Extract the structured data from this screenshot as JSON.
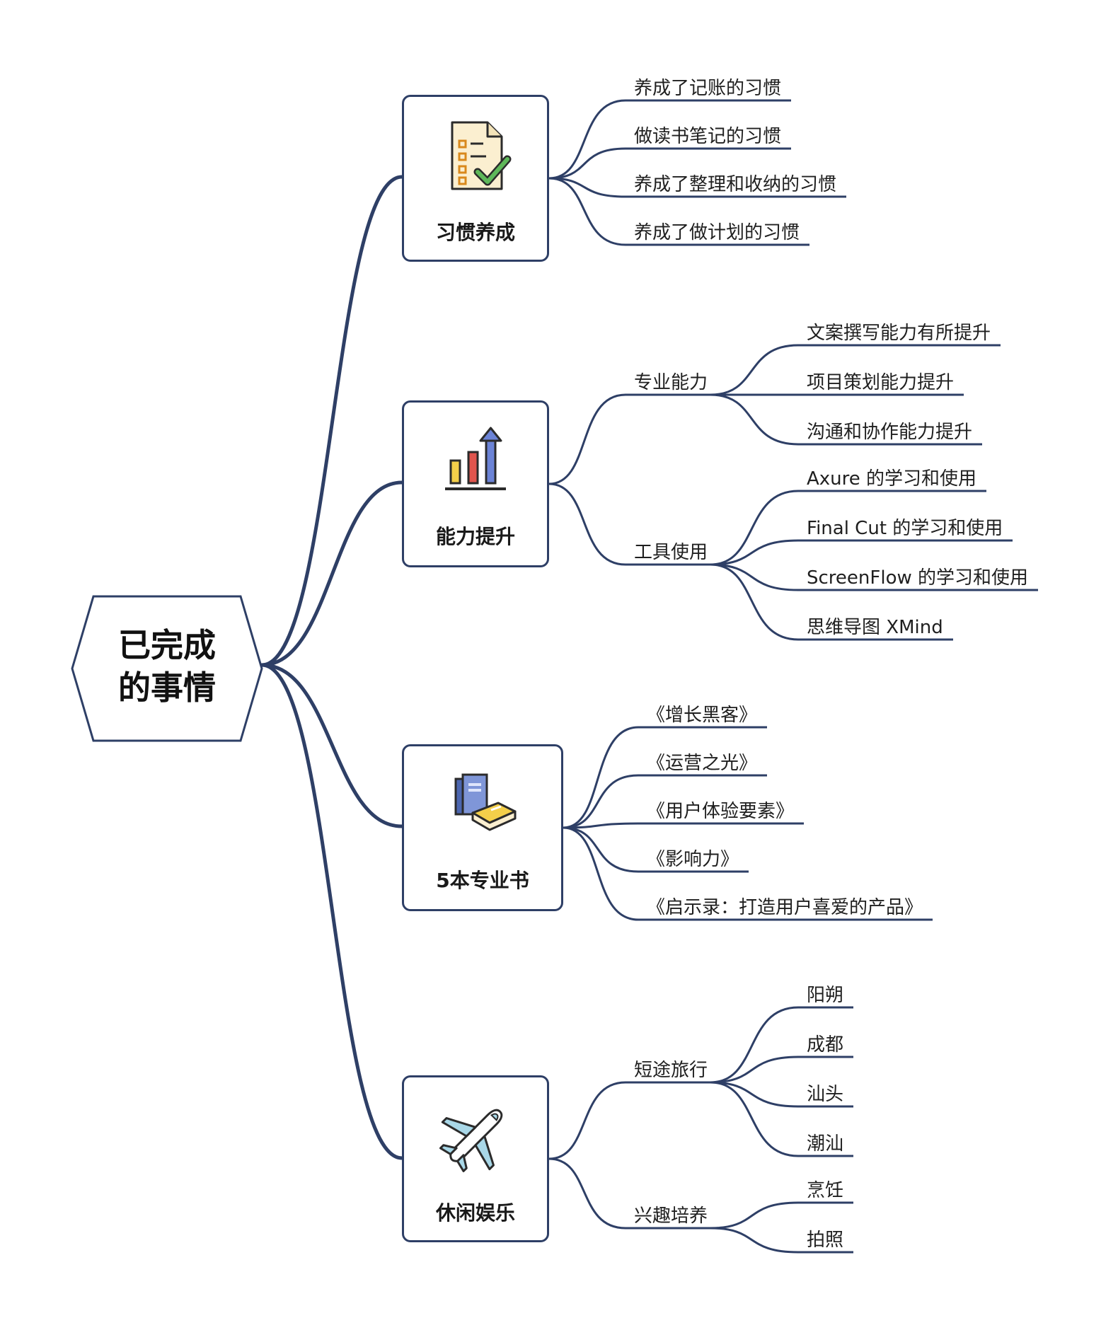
{
  "root": {
    "line1": "已完成",
    "line2": "的事情"
  },
  "colors": {
    "line": "#2e3f66",
    "box_border": "#2e3f66"
  },
  "branches": [
    {
      "title": "习惯养成",
      "icon": "checklist-icon",
      "items": [
        "养成了记账的习惯",
        "做读书笔记的习惯",
        "养成了整理和收纳的习惯",
        "养成了做计划的习惯"
      ]
    },
    {
      "title": "能力提升",
      "icon": "bar-chart-icon",
      "groups": [
        {
          "label": "专业能力",
          "items": [
            "文案撰写能力有所提升",
            "项目策划能力提升",
            "沟通和协作能力提升"
          ]
        },
        {
          "label": "工具使用",
          "items": [
            "Axure 的学习和使用",
            "Final Cut 的学习和使用",
            "ScreenFlow 的学习和使用",
            "思维导图 XMind"
          ]
        }
      ]
    },
    {
      "title": "5本专业书",
      "icon": "books-icon",
      "items": [
        "《增长黑客》",
        "《运营之光》",
        "《用户体验要素》",
        "《影响力》",
        "《启示录：打造用户喜爱的产品》"
      ]
    },
    {
      "title": "休闲娱乐",
      "icon": "airplane-icon",
      "groups": [
        {
          "label": "短途旅行",
          "items": [
            "阳朔",
            "成都",
            "汕头",
            "潮汕"
          ]
        },
        {
          "label": "兴趣培养",
          "items": [
            "烹饪",
            "拍照"
          ]
        }
      ]
    }
  ]
}
